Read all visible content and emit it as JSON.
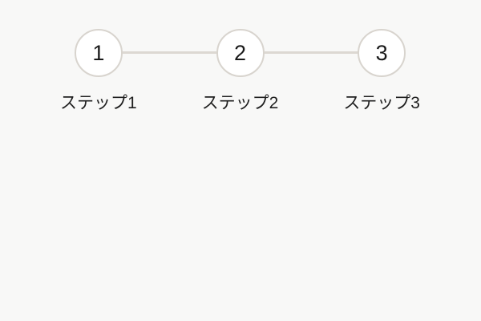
{
  "theme": {
    "background": "#f8f8f7",
    "circle_fill": "#ffffff",
    "circle_border": "#d8d4ce",
    "connector": "#dcd8d2",
    "number_color": "#1a1a1a",
    "label_color": "#1f1f1f"
  },
  "stepper": {
    "orientation": "horizontal",
    "steps": [
      {
        "number": "1",
        "label": "ステップ1"
      },
      {
        "number": "2",
        "label": "ステップ2"
      },
      {
        "number": "3",
        "label": "ステップ3"
      }
    ]
  }
}
